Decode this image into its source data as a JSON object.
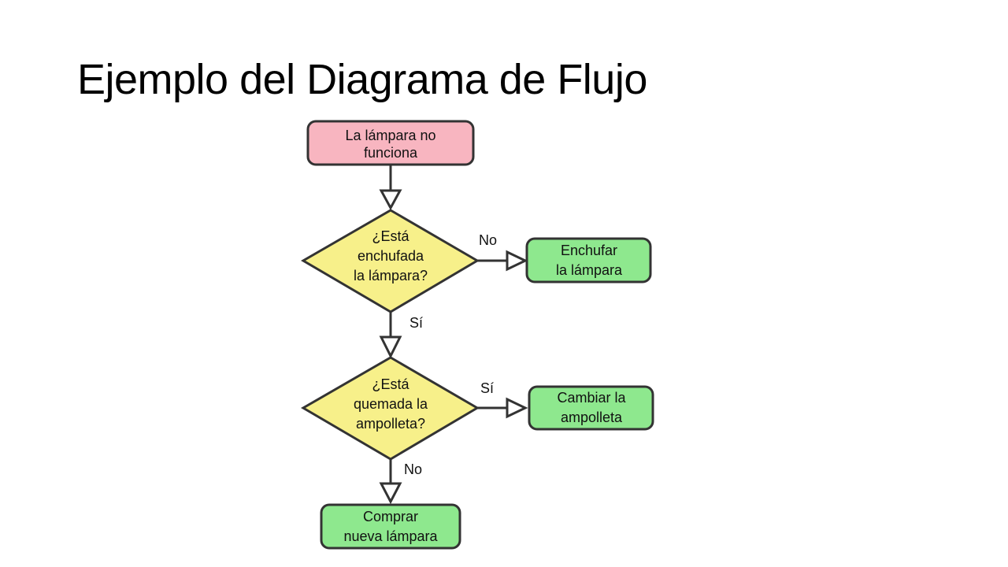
{
  "slide": {
    "title": "Ejemplo del Diagrama de Flujo"
  },
  "colors": {
    "start": "#f8b5c0",
    "decision": "#f7f08a",
    "action": "#8ee88e",
    "stroke": "#333333"
  },
  "flowchart": {
    "start": {
      "line1": "La lámpara no",
      "line2": "funciona"
    },
    "decision1": {
      "line1": "¿Está",
      "line2": "enchufada",
      "line3": "la lámpara?"
    },
    "decision1_no_label": "No",
    "decision1_yes_label": "Sí",
    "action1": {
      "line1": "Enchufar",
      "line2": "la lámpara"
    },
    "decision2": {
      "line1": "¿Está",
      "line2": "quemada la",
      "line3": "ampolleta?"
    },
    "decision2_yes_label": "Sí",
    "decision2_no_label": "No",
    "action2": {
      "line1": "Cambiar la",
      "line2": "ampolleta"
    },
    "action3": {
      "line1": "Comprar",
      "line2": "nueva lámpara"
    }
  }
}
